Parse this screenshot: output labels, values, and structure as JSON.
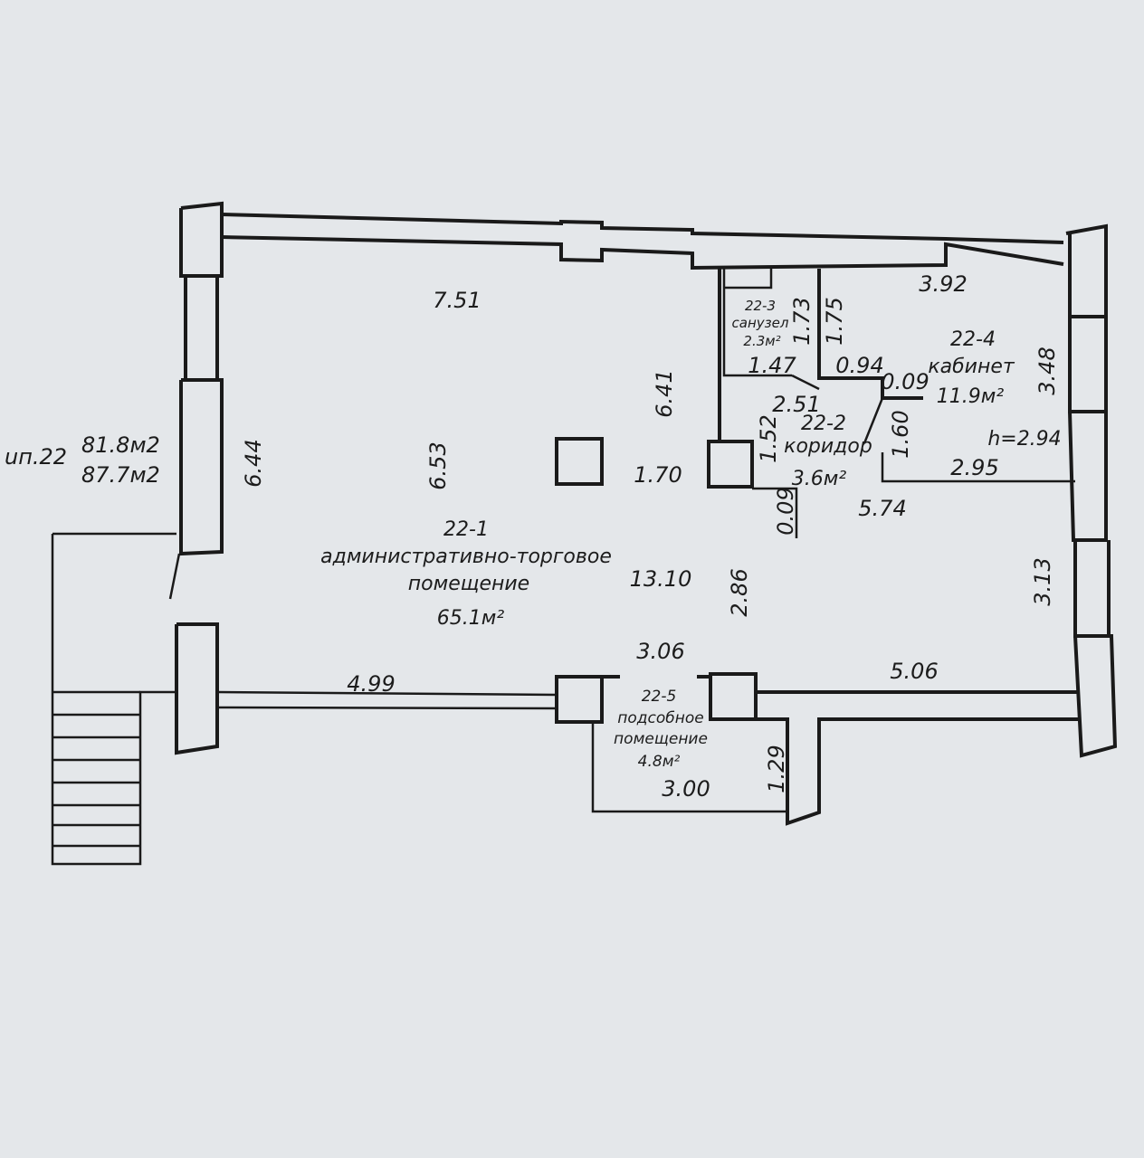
{
  "apartment": {
    "label": "uп.22",
    "area_living": "81.8м2",
    "area_total": "87.7м2"
  },
  "rooms": [
    {
      "id": "22-1",
      "name_line1": "административно-торговое",
      "name_line2": "помещение",
      "area": "65.1м²"
    },
    {
      "id": "22-2",
      "name": "коридор",
      "area": "3.6м²"
    },
    {
      "id": "22-3",
      "name": "санузел",
      "area": "2.3м²"
    },
    {
      "id": "22-4",
      "name": "кабинет",
      "area": "11.9м²",
      "height": "h=2.94"
    },
    {
      "id": "22-5",
      "name_line1": "подсобное",
      "name_line2": "помещение",
      "area": "4.8м²"
    }
  ],
  "dimensions": {
    "d751": "7.51",
    "d392": "3.92",
    "d173": "1.73",
    "d175": "1.75",
    "d147": "1.47",
    "d094": "0.94",
    "d009a": "0.09",
    "d348": "3.48",
    "d641": "6.41",
    "d251": "2.51",
    "d152": "1.52",
    "d160": "1.60",
    "d644": "6.44",
    "d653": "6.53",
    "d170": "1.70",
    "d295": "2.95",
    "d009b": "0.09",
    "d574": "5.74",
    "d1310": "13.10",
    "d286": "2.86",
    "d313": "3.13",
    "d306": "3.06",
    "d499": "4.99",
    "d506": "5.06",
    "d129": "1.29",
    "d300": "3.00"
  }
}
